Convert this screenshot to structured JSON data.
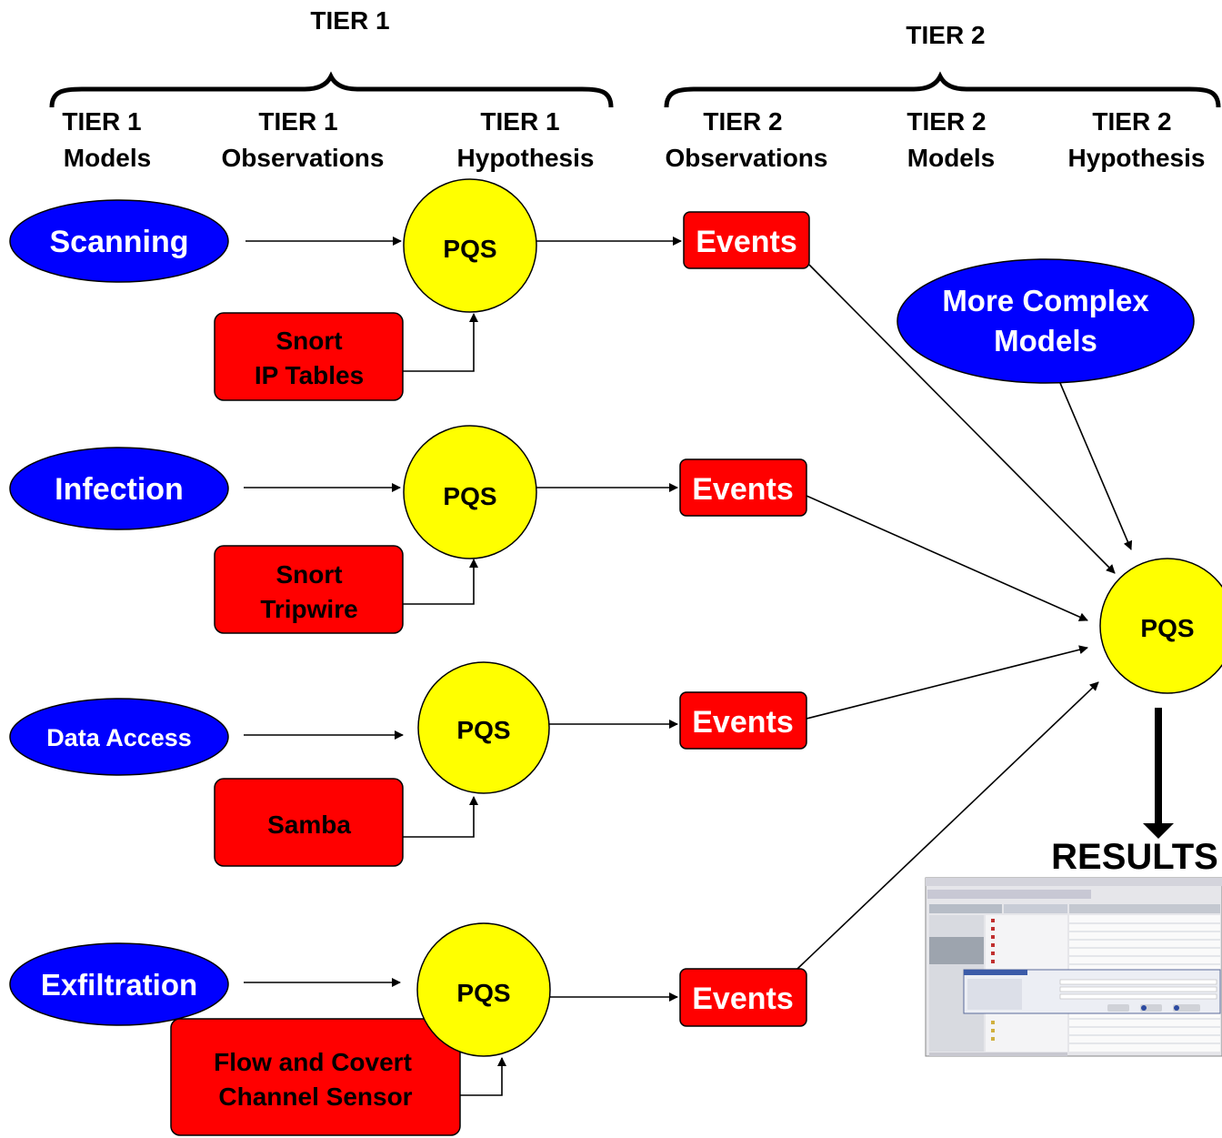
{
  "tiers": {
    "tier1": "TIER 1",
    "tier2": "TIER 2"
  },
  "columns": [
    {
      "line1": "TIER 1",
      "line2": "Models"
    },
    {
      "line1": "TIER 1",
      "line2": "Observations"
    },
    {
      "line1": "TIER 1",
      "line2": "Hypothesis"
    },
    {
      "line1": "TIER 2",
      "line2": "Observations"
    },
    {
      "line1": "TIER 2",
      "line2": "Models"
    },
    {
      "line1": "TIER 2",
      "line2": "Hypothesis"
    }
  ],
  "rows": [
    {
      "model": "Scanning",
      "sensor_line1": "Snort",
      "sensor_line2": "IP Tables",
      "pqs": "PQS",
      "events": "Events"
    },
    {
      "model": "Infection",
      "sensor_line1": "Snort",
      "sensor_line2": "Tripwire",
      "pqs": "PQS",
      "events": "Events"
    },
    {
      "model": "Data Access",
      "sensor_line1": "Samba",
      "sensor_line2": "",
      "pqs": "PQS",
      "events": "Events"
    },
    {
      "model": "Exfiltration",
      "sensor_line1": "Flow  and Covert",
      "sensor_line2": "Channel Sensor",
      "pqs": "PQS",
      "events": "Events"
    }
  ],
  "complex_models": {
    "line1": "More Complex",
    "line2": "Models"
  },
  "final_pqs": "PQS",
  "results": "RESULTS",
  "colors": {
    "model_fill": "#0000ff",
    "sensor_fill": "#ff0000",
    "pqs_fill": "#ffff00",
    "events_fill": "#ff0000"
  },
  "icons": [
    "results-screenshot-thumbnail"
  ]
}
